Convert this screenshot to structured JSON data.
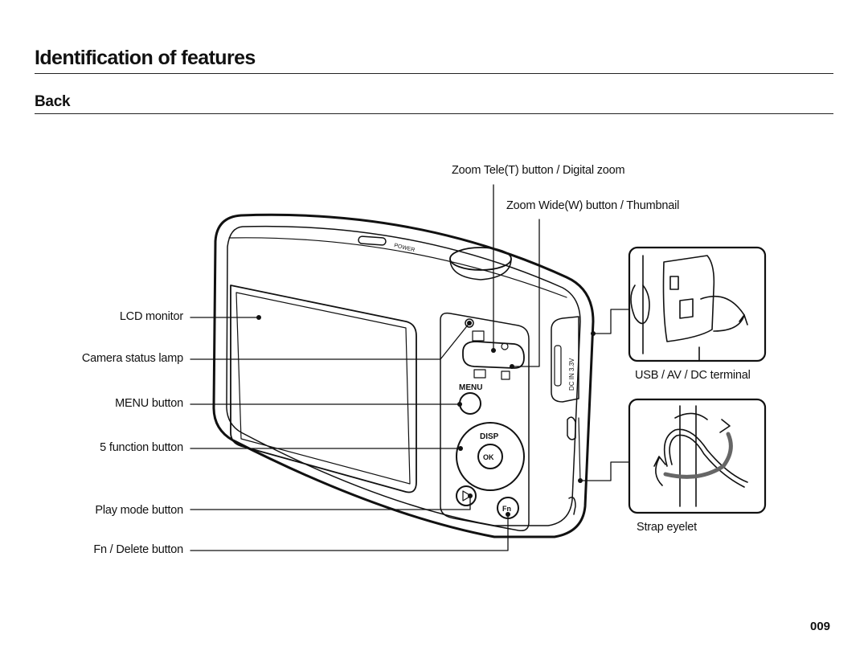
{
  "header": {
    "title": "Identification of features",
    "section": "Back"
  },
  "labels": {
    "zoom_tele": "Zoom Tele(T) button / Digital zoom",
    "zoom_wide": "Zoom Wide(W) button / Thumbnail",
    "lcd_monitor": "LCD monitor",
    "status_lamp": "Camera status lamp",
    "menu_button": "MENU button",
    "function_button": "5 function button",
    "play_mode_button": "Play mode button",
    "fn_delete_button": "Fn / Delete button",
    "usb_terminal": "USB / AV / DC terminal",
    "strap_eyelet": "Strap eyelet"
  },
  "camera_markings": {
    "power": "POWER",
    "menu": "MENU",
    "disp": "DISP",
    "ok": "OK",
    "fn": "Fn",
    "dc_in": "DC IN 3.3V"
  },
  "footer": {
    "page_number": "009"
  }
}
